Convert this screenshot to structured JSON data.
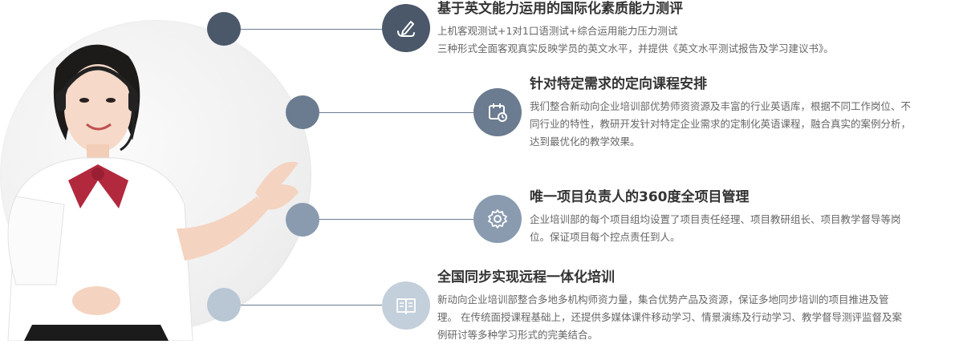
{
  "items": [
    {
      "title": "基于英文能力运用的国际化素质能力测评",
      "line1": "上机客观测试+1对1口语测试+综合运用能力压力测试",
      "line2": "三种形式全面客观真实反映学员的英文水平，并提供《英文水平测试报告及学习建议书》。",
      "icon": "pen-edit-icon"
    },
    {
      "title": "针对特定需求的定向课程安排",
      "line1": "我们整合新动向企业培训部优势师资资源及丰富的行业英语库，根据不同工作岗位、不",
      "line2": "同行业的特性，教研开发针对特定企业需求的定制化英语课程，融合真实的案例分析，",
      "line3": "达到最优化的教学效果。",
      "icon": "calendar-clock-icon"
    },
    {
      "title": "唯一项目负责人的360度全项目管理",
      "line1": "企业培训部的每个项目组均设置了项目责任经理、项目教研组长、项目教学督导等岗",
      "line2": "位。保证项目每个控点责任到人。",
      "icon": "gear-icon"
    },
    {
      "title": "全国同步实现远程一体化培训",
      "line1": "新动向企业培训部整合多地多机构师资力量，集合优势产品及资源，保证多地同步培训的项目推进及管",
      "line2": "理。  在传统面授课程基础上，还提供多媒体课件移动学习、情景演练及行动学习、教学督导测评监督及案",
      "line3": "例研讨等多种学习形式的完美结合。",
      "icon": "book-icon"
    }
  ],
  "colors": {
    "dot1": "#4b5869",
    "dot2": "#6b7b90",
    "dot3": "#8a9bb0",
    "dot4": "#b9c6d4",
    "icon1": "#4b5869",
    "icon2": "#6b7b90",
    "icon3": "#8a9bb0",
    "icon4": "#c3cfdb"
  }
}
